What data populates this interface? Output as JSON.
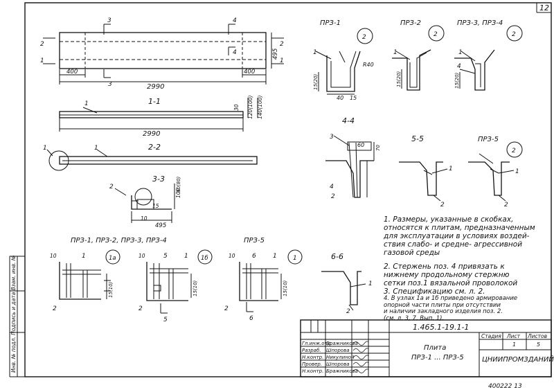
{
  "sheet_no": "12",
  "archive_no": "400222 13",
  "side_text": "Инв. № подл.   Подпись и дата   Взам. инв. №",
  "sections": {
    "s11": "1-1",
    "s22": "2-2",
    "s33": "3-3",
    "s44": "4-4",
    "s55": "5-5",
    "s66": "6-6",
    "prz1": "ПРЗ-1",
    "prz2": "ПРЗ-2",
    "prz34": "ПРЗ-3, ПРЗ-4",
    "prz5": "ПРЗ-5",
    "plan14": "ПРЗ-1, ПРЗ-2, ПРЗ-3, ПРЗ-4",
    "plan5": "ПРЗ-5"
  },
  "dims": {
    "d400a": "400",
    "d400b": "400",
    "d2990a": "2990",
    "d2990b": "2990",
    "d495a": "495",
    "d495b": "495",
    "d120_100": "120(100)",
    "d140_100": "140(100)",
    "d30": "30",
    "d40": "40",
    "d15": "15",
    "d10": "10",
    "d60": "60",
    "d90": "90(80)",
    "d100": "100",
    "d70": "70",
    "dR40": "R40",
    "d15_20": "15(20)",
    "d15_10": "15(10)"
  },
  "callouts": {
    "n1": "1",
    "n2": "2",
    "n3": "3",
    "n4": "4",
    "n5": "5",
    "n6": "6",
    "c1a": "1а",
    "c1b": "1б",
    "c1": "1",
    "c2": "2"
  },
  "notes": [
    "1. Размеры, указанные в скобках,",
    "относятся к плитам, предназначенным",
    "для эксплуатации в условиях воздей-",
    "ствия слабо- и средне- агрессивной",
    "газовой среды",
    "2. Стержень поз. 4 привязать к",
    "нижнему продольному стержню",
    "сетки поз.1 вязальной проволокой",
    "3. Спецификацию см. л. 2.",
    "4. В узлах 1а и 1б приведено армирование",
    "опорной части плиты при отсутствии",
    "и наличии закладного изделия поз. 2.",
    "(см. л. 3, 7. Вып. 1)."
  ],
  "title_block": {
    "doc_code": "1.465.1-19.1-1",
    "name_line1": "Плита",
    "name_line2": "ПРЗ-1 ... ПРЗ-5",
    "stage_label": "Стадия",
    "sheet_label": "Лист",
    "sheets_label": "Листов",
    "stage_value": "",
    "sheet_value": "1",
    "sheets_value": "5",
    "org": "ЦНИИПРОМЗДАНИЙ",
    "roles": [
      "Гл.инж.отд.",
      "Разраб.",
      "Н.контр.",
      "Провер.",
      "Н.контр."
    ],
    "names": [
      "Бражникова",
      "Шпорова",
      "Никулиной",
      "Шпорова",
      "Бражникова"
    ]
  }
}
